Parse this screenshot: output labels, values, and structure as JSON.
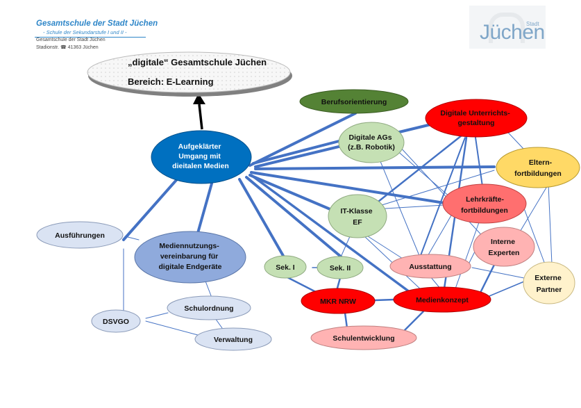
{
  "header": {
    "school_name": "Gesamtschule der Stadt Jüchen",
    "school_subtitle": "- Schule der Sekundarstufe I und II -",
    "address_line1": "Gesamtschule der Stadt Jüchen",
    "address_line2": "Stadionstr.  ☎ 41363 Jüchen"
  },
  "logo": {
    "text": "Jüchen",
    "small": "Stadt"
  },
  "title_cloud": {
    "line1": "„digitale“ Gesamtschule Jüchen",
    "line2": "Bereich: E-Learning"
  },
  "colors": {
    "edge": "#4472c4",
    "dark_blue": "#0070c0",
    "green_dark": "#548235",
    "green_light": "#c5e0b4",
    "red": "#ff0000",
    "salmon": "#ff6f6f",
    "pink": "#ffb3b3",
    "yellow": "#ffd966",
    "light_yellow": "#fff2cc",
    "blue_mid": "#8faadc",
    "blue_light": "#dae3f3"
  },
  "nodes": {
    "aufgeklaerter": [
      "Aufgeklärter",
      "Umgang mit",
      "dieitalen Medien"
    ],
    "berufsorientierung": [
      "Berufsorientierung"
    ],
    "digitale_ags": [
      "Digitale AGs",
      "(z.B. Robotik)"
    ],
    "digitale_unterricht": [
      "Digitale Unterrichts-",
      "gestaltung"
    ],
    "eltern": [
      "Eltern-",
      "fortbildungen"
    ],
    "lehrkraefte": [
      "Lehrkräfte-",
      "fortbildungen"
    ],
    "it_klasse": [
      "IT-Klasse",
      "EF"
    ],
    "interne": [
      "Interne",
      "Experten"
    ],
    "externe": [
      "Externe",
      "Partner"
    ],
    "ausstattung": [
      "Ausstattung"
    ],
    "medienkonzept": [
      "Medienkonzept"
    ],
    "mkr": [
      "MKR NRW"
    ],
    "sek1": [
      "Sek. I"
    ],
    "sek2": [
      "Sek. II"
    ],
    "schulentwicklung": [
      "Schulentwicklung"
    ],
    "ausfuehrungen": [
      "Ausführungen"
    ],
    "mediennutzung": [
      "Mediennutzungs-",
      "vereinbarung für",
      "digitale Endgeräte"
    ],
    "schulordnung": [
      "Schulordnung"
    ],
    "dsvgo": [
      "DSVGO"
    ],
    "verwaltung": [
      "Verwaltung"
    ]
  }
}
